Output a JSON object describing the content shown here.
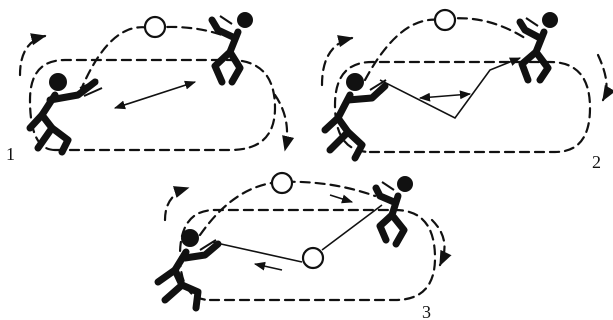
{
  "diagram": {
    "panels": [
      {
        "number": "1"
      },
      {
        "number": "2"
      },
      {
        "number": "3"
      }
    ]
  }
}
